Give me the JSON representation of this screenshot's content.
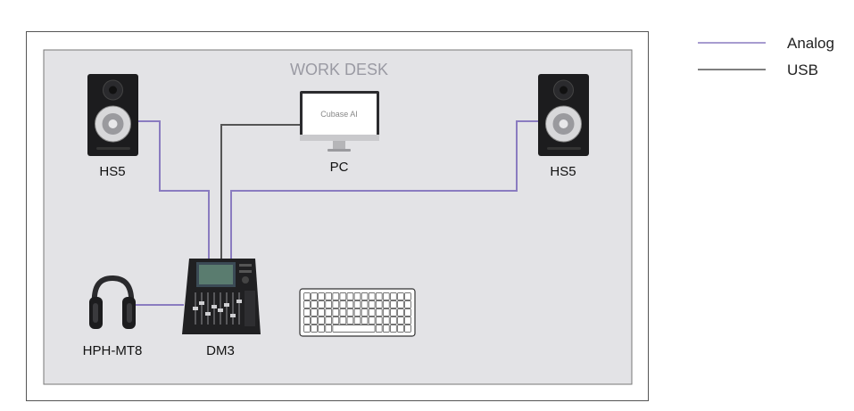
{
  "desk": {
    "title": "WORK DESK"
  },
  "legend": [
    {
      "label": "Analog",
      "color": "#8a7cc0"
    },
    {
      "label": "USB",
      "color": "#555555"
    }
  ],
  "devices": {
    "speaker_left": {
      "label": "HS5",
      "icon": "studio-monitor-speaker"
    },
    "speaker_right": {
      "label": "HS5",
      "icon": "studio-monitor-speaker"
    },
    "pc": {
      "label": "PC",
      "screen_text": "Cubase AI",
      "icon": "desktop-computer"
    },
    "mixer": {
      "label": "DM3",
      "icon": "digital-mixer"
    },
    "headphones": {
      "label": "HPH-MT8",
      "icon": "headphones"
    },
    "keyboard": {
      "icon": "computer-keyboard"
    }
  },
  "colors": {
    "desk_fill": "#e3e3e6",
    "desk_border": "#555555",
    "analog": "#8a7cc0",
    "usb": "#555555"
  }
}
